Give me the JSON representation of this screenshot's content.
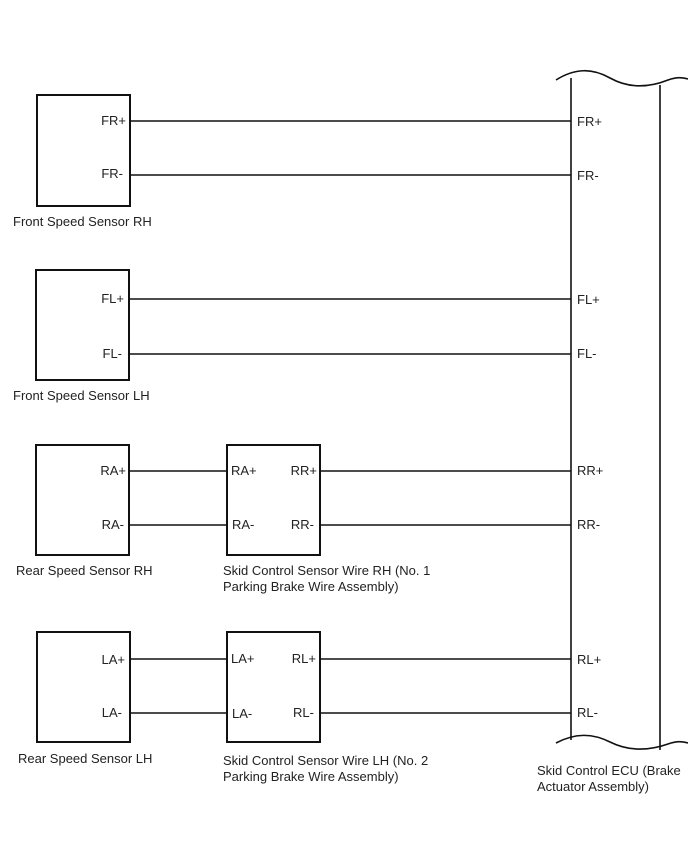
{
  "sensors": [
    {
      "name": "Front Speed Sensor RH",
      "pin_top": "FR+",
      "pin_bottom": "FR-"
    },
    {
      "name": "Front Speed Sensor LH",
      "pin_top": "FL+",
      "pin_bottom": "FL-"
    },
    {
      "name": "Rear Speed Sensor RH",
      "pin_top": "RA+",
      "pin_bottom": "RA-"
    },
    {
      "name": "Rear Speed Sensor LH",
      "pin_top": "LA+",
      "pin_bottom": "LA-"
    }
  ],
  "wires": [
    {
      "name_line1": "Skid Control Sensor Wire RH (No. 1",
      "name_line2": "Parking Brake Wire Assembly)",
      "in_top": "RA+",
      "in_bottom": "RA-",
      "out_top": "RR+",
      "out_bottom": "RR-"
    },
    {
      "name_line1": "Skid Control Sensor Wire LH (No. 2",
      "name_line2": "Parking Brake Wire Assembly)",
      "in_top": "LA+",
      "in_bottom": "LA-",
      "out_top": "RL+",
      "out_bottom": "RL-"
    }
  ],
  "ecu": {
    "name_line1": "Skid Control ECU (Brake",
    "name_line2": "Actuator Assembly)",
    "pins": [
      "FR+",
      "FR-",
      "FL+",
      "FL-",
      "RR+",
      "RR-",
      "RL+",
      "RL-"
    ]
  }
}
